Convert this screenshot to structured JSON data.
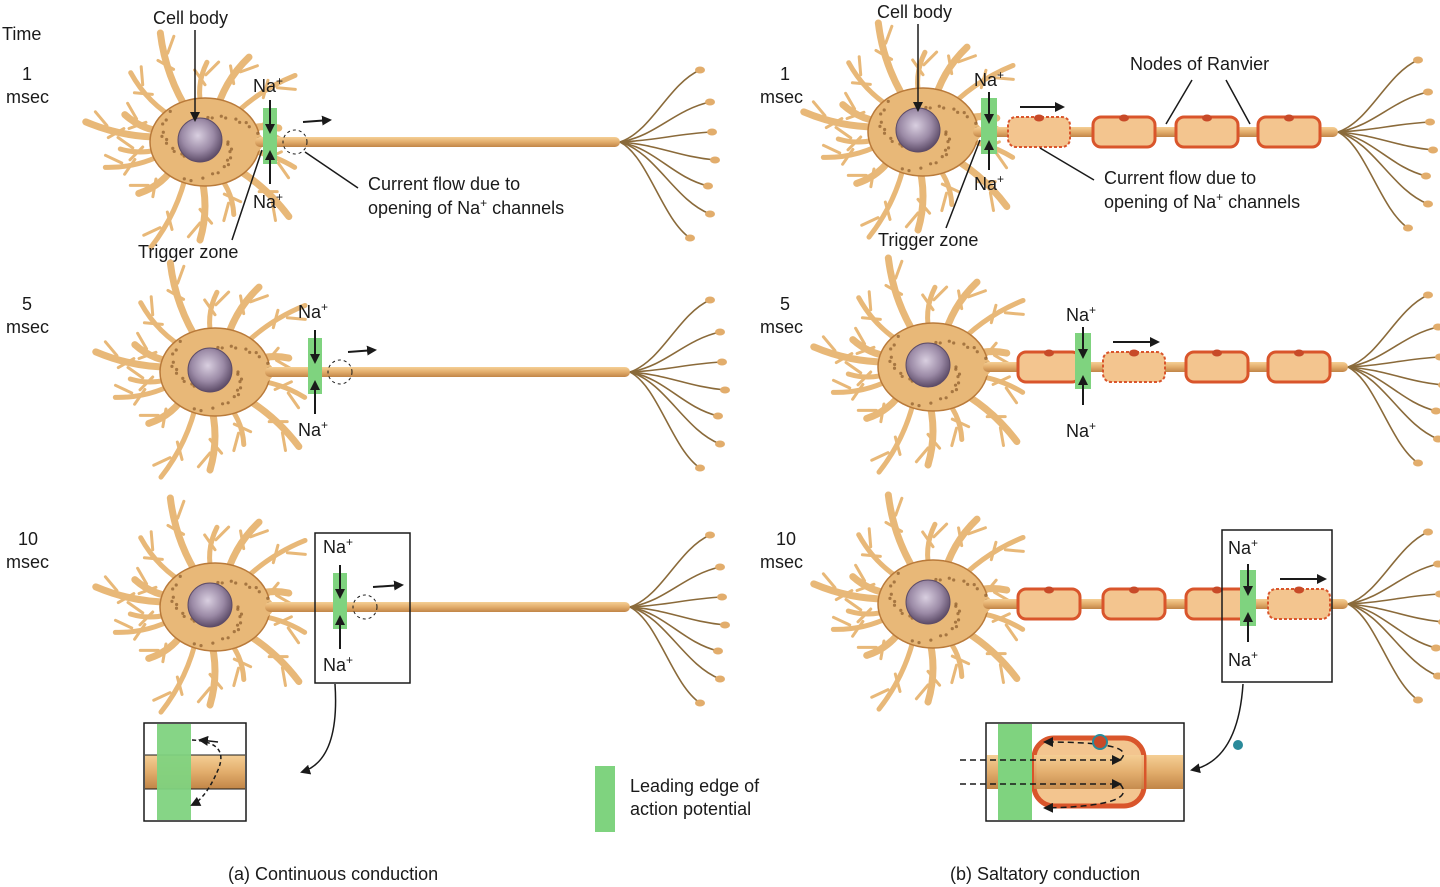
{
  "colors": {
    "axon": "#e2ad6c",
    "axon_dark": "#b97a3a",
    "soma": "#e8b878",
    "nucleus": "#9b8aa6",
    "myelin": "#f3c58f",
    "myelin_edge": "#d9552b",
    "action_potential": "#7fd37f",
    "ink": "#1a1a1a"
  },
  "labels": {
    "time_header": "Time",
    "cell_body": "Cell body",
    "trigger_zone": "Trigger zone",
    "nodes_of_ranvier": "Nodes of Ranvier",
    "current_flow_l1": "Current flow due to",
    "current_flow_l2a": "opening of Na",
    "current_flow_l2b": " channels",
    "na": "Na",
    "plus": "+"
  },
  "times": [
    {
      "value": "1",
      "unit": "msec"
    },
    {
      "value": "5",
      "unit": "msec"
    },
    {
      "value": "10",
      "unit": "msec"
    }
  ],
  "legend": {
    "line1": "Leading edge of",
    "line2": "action potential"
  },
  "captions": {
    "a": "(a) Continuous conduction",
    "b": "(b) Saltatory conduction"
  }
}
